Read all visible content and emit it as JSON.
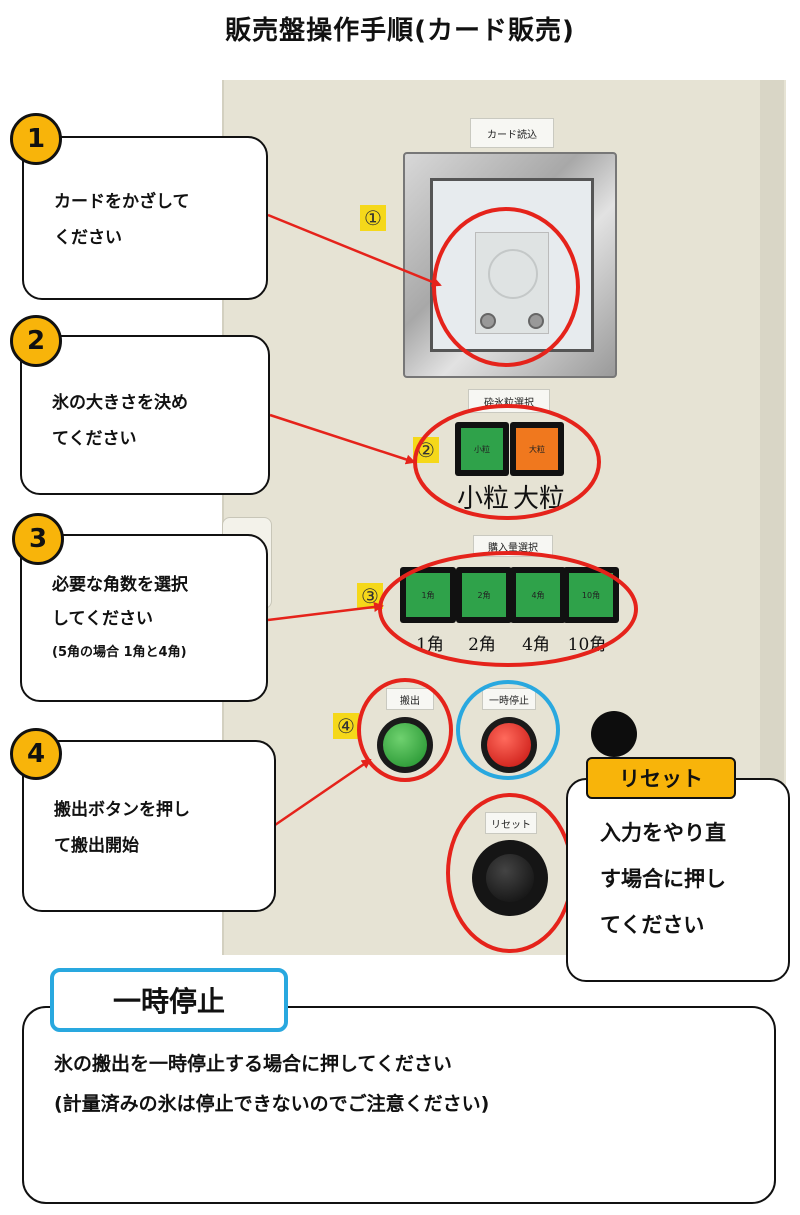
{
  "title": "販売盤操作手順(カード販売)",
  "panel": {
    "card_plate": "カード読込",
    "grain_plate": "砕氷粒選択",
    "qty_plate": "購入量選択",
    "out_plate": "搬出",
    "pause_plate": "一時停止",
    "reset_plate": "リセット",
    "grain_buttons": [
      {
        "face": "小粒",
        "label": "小粒",
        "color": "#2fa24a"
      },
      {
        "face": "大粒",
        "label": "大粒",
        "color": "#f0781e"
      }
    ],
    "qty_buttons": [
      {
        "face": "1角",
        "label": "1角"
      },
      {
        "face": "2角",
        "label": "2角"
      },
      {
        "face": "4角",
        "label": "4角"
      },
      {
        "face": "10角",
        "label": "10角"
      }
    ],
    "markers": [
      "①",
      "②",
      "③",
      "④"
    ]
  },
  "steps": [
    {
      "number": "1",
      "lines": [
        "カードをかざして",
        "ください"
      ]
    },
    {
      "number": "2",
      "lines": [
        "氷の大きさを決め",
        "てください"
      ]
    },
    {
      "number": "3",
      "lines": [
        "必要な角数を選択",
        "してください"
      ],
      "note": "(5角の場合 1角と4角)"
    },
    {
      "number": "4",
      "lines": [
        "搬出ボタンを押し",
        "て搬出開始"
      ]
    }
  ],
  "reset": {
    "tab": "リセット",
    "lines": [
      "入力をやり直",
      "す場合に押し",
      "てください"
    ]
  },
  "pause": {
    "tab": "一時停止",
    "lines": [
      "氷の搬出を一時停止する場合に押してください",
      "(計量済みの氷は停止できないのでご注意ください)"
    ]
  },
  "colors": {
    "highlight_red": "#e5231b",
    "highlight_blue": "#29a8df",
    "step_orange": "#f8b40a",
    "marker_yellow": "#f5d81a",
    "button_green": "#2fa24a"
  }
}
